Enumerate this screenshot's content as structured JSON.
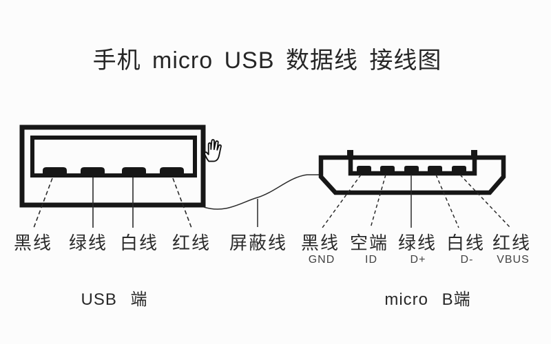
{
  "title": "手机 micro USB 数据线 接线图",
  "colors": {
    "line": "#171717",
    "text": "#2b2b2b",
    "muted_text": "#424242",
    "background": "#fcfcfc"
  },
  "usb_end": {
    "caption": "USB 端",
    "wires": [
      {
        "label": "黑线"
      },
      {
        "label": "绿线"
      },
      {
        "label": "白线"
      },
      {
        "label": "红线"
      }
    ]
  },
  "shield_wire": {
    "label": "屏蔽线"
  },
  "micro_b_end": {
    "caption": "micro B端",
    "pins": [
      {
        "label": "黑线",
        "signal": "GND"
      },
      {
        "label": "空端",
        "signal": "ID"
      },
      {
        "label": "绿线",
        "signal": "D+"
      },
      {
        "label": "白线",
        "signal": "D-"
      },
      {
        "label": "红线",
        "signal": "VBUS"
      }
    ]
  },
  "cursor": {
    "name": "hand-tool-cursor"
  }
}
